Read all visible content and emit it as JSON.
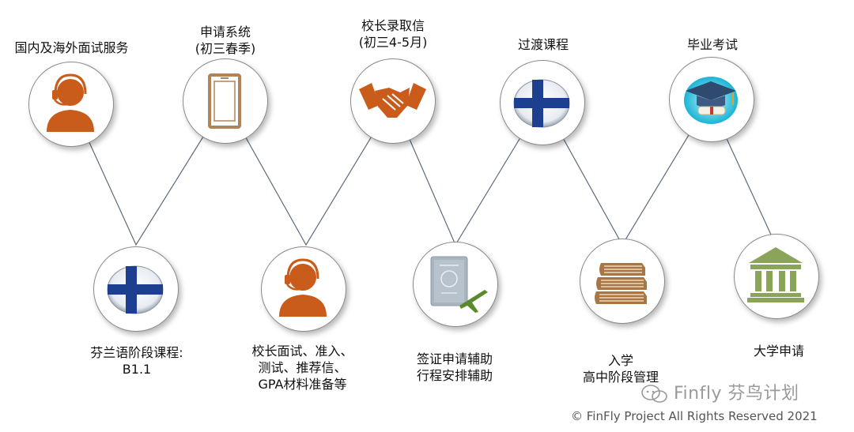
{
  "top_steps": [
    {
      "label": [
        "国内及海外面试服务"
      ],
      "icon": "headset-person-icon"
    },
    {
      "label": [
        "申请系统",
        "(初三春季)"
      ],
      "icon": "tablet-icon"
    },
    {
      "label": [
        "校长录取信",
        "(初三4-5月)"
      ],
      "icon": "handshake-icon"
    },
    {
      "label": [
        "过渡课程"
      ],
      "icon": "finland-flag-icon"
    },
    {
      "label": [
        "毕业考试"
      ],
      "icon": "graduation-cap-icon"
    }
  ],
  "bottom_steps": [
    {
      "label": [
        "芬兰语阶段课程:",
        "B1.1"
      ],
      "icon": "finland-flag-icon"
    },
    {
      "label": [
        "校长面试、准入、",
        "测试、推荐信、",
        "GPA材料准备等"
      ],
      "icon": "headset-person-icon"
    },
    {
      "label": [
        "签证申请辅助",
        "行程安排辅助"
      ],
      "icon": "passport-plane-icon"
    },
    {
      "label": [
        "入学",
        "高中阶段管理"
      ],
      "icon": "books-icon"
    },
    {
      "label": [
        "大学申请"
      ],
      "icon": "university-building-icon"
    }
  ],
  "colors": {
    "orange": "#c95c1b",
    "tan": "#b08358",
    "flag_blue": "#1c3f8f",
    "green": "#8aa45a",
    "line": "#5b6b7b"
  },
  "watermark": "Finfly 芬鸟计划",
  "copyright": "© FinFly Project All Rights Reserved 2021"
}
